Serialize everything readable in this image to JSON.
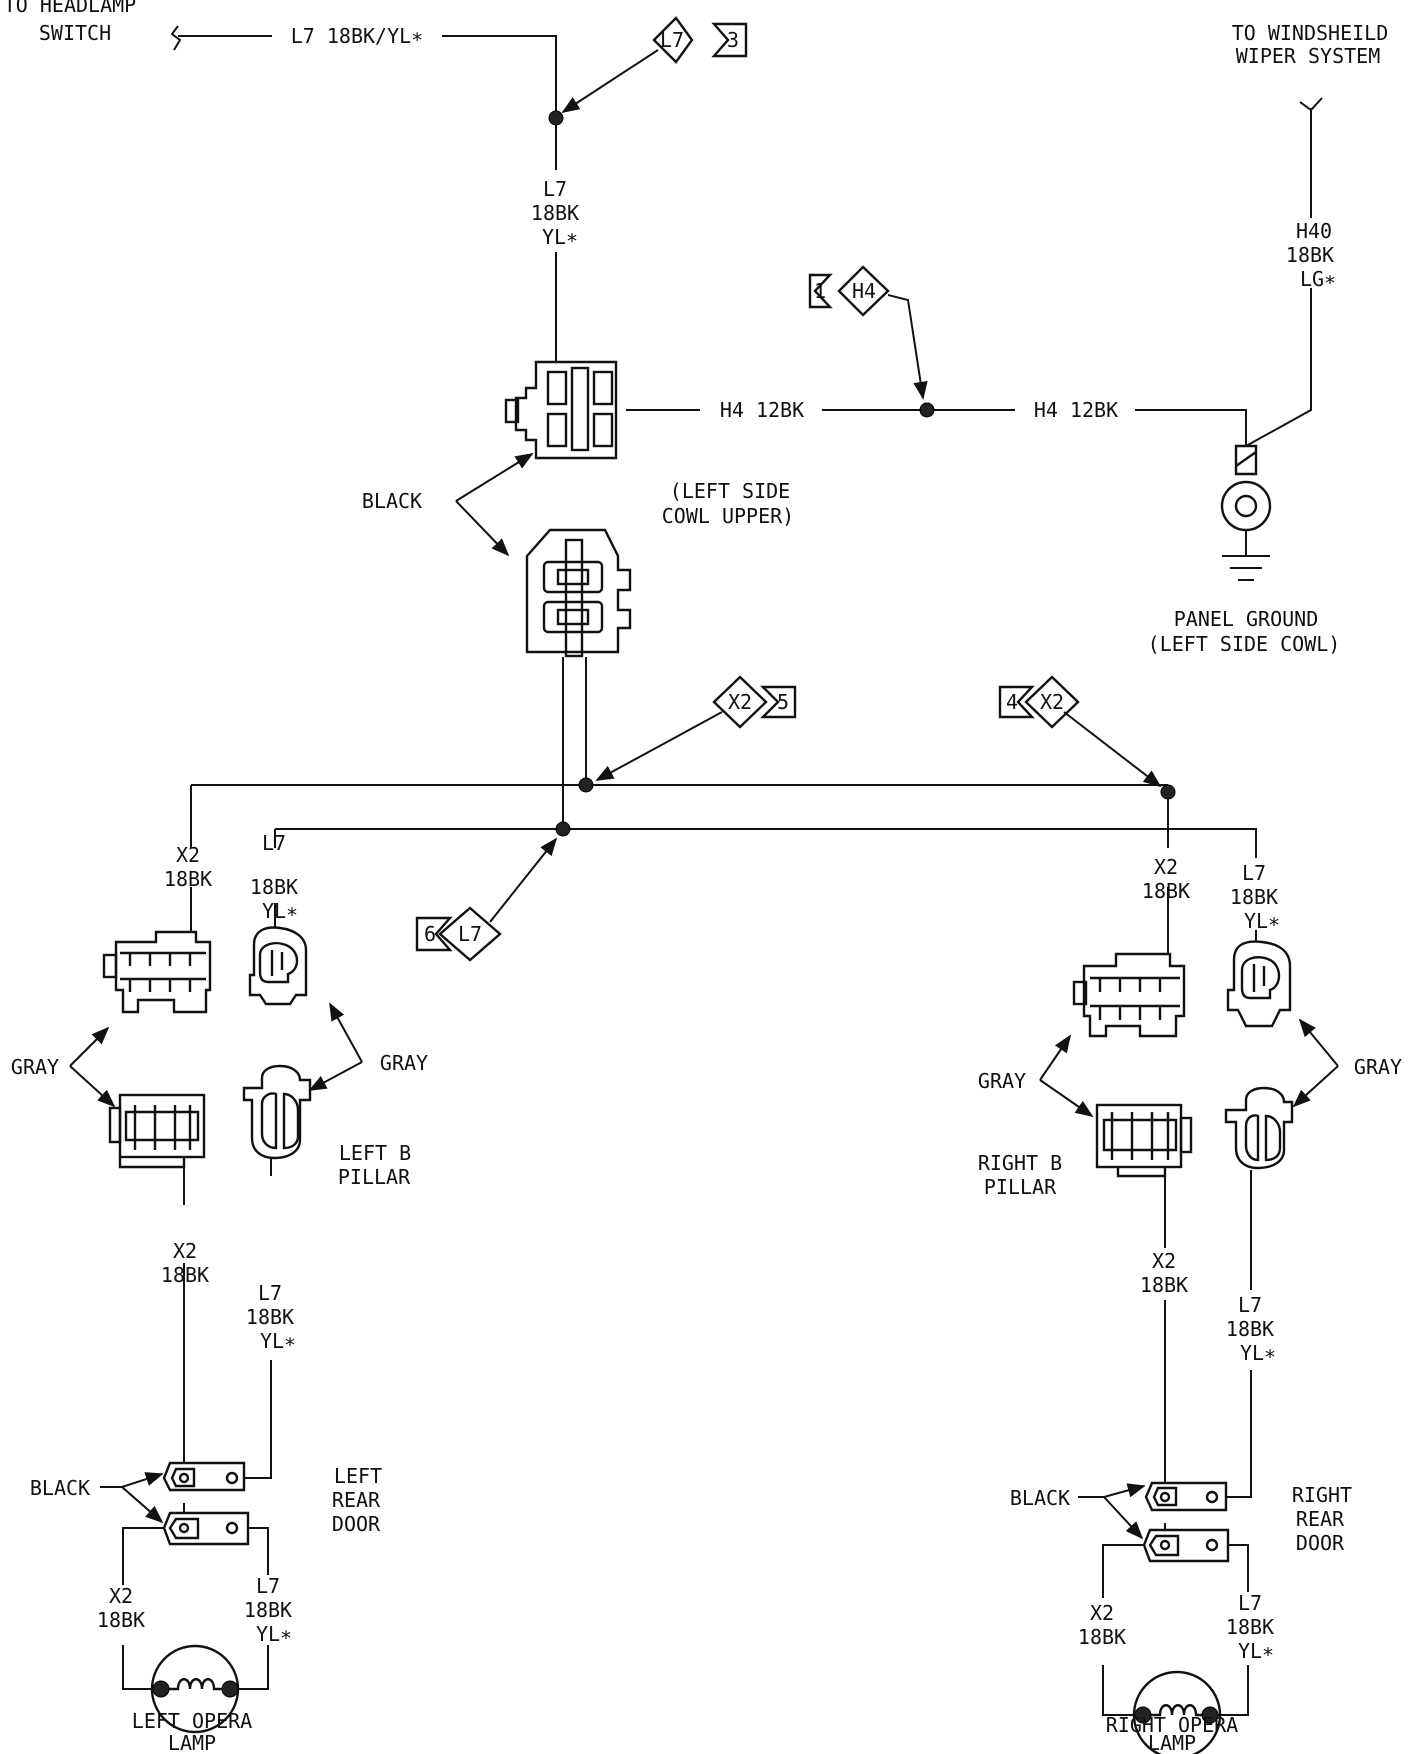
{
  "labels": {
    "to_headlamp": [
      "TO HEADLAMP",
      "SWITCH"
    ],
    "headlamp_wire": "L7 18BK/YL∗",
    "to_wiper": [
      "TO WINDSHEILD",
      "WIPER SYSTEM"
    ],
    "h40_wire": [
      "H40",
      "18BK",
      "LG∗"
    ],
    "l7_top_wire": [
      "L7",
      "18BK",
      "YL∗"
    ],
    "h4_left": "H4 12BK",
    "h4_right": "H4 12BK",
    "black_top": "BLACK",
    "cowl_upper": [
      "(LEFT SIDE",
      "COWL UPPER)"
    ],
    "panel_ground": [
      "PANEL GROUND",
      "(LEFT SIDE COWL)"
    ],
    "left_x2_upper": [
      "X2",
      "18BK"
    ],
    "left_l7_upper": [
      "L7",
      "18BK",
      "YL∗"
    ],
    "gray_left_a": "GRAY",
    "gray_left_b": "GRAY",
    "left_b_pillar": [
      "LEFT B",
      "PILLAR"
    ],
    "left_x2_mid": [
      "X2",
      "18BK"
    ],
    "left_l7_mid": [
      "L7",
      "18BK",
      "YL∗"
    ],
    "black_left": "BLACK",
    "left_rear_door": [
      "LEFT",
      "REAR",
      "DOOR"
    ],
    "left_x2_low": [
      "X2",
      "18BK"
    ],
    "left_l7_low": [
      "L7",
      "18BK",
      "YL∗"
    ],
    "left_opera_lamp": [
      "LEFT OPERA",
      "LAMP"
    ],
    "right_x2_upper": [
      "X2",
      "18BK"
    ],
    "right_l7_upper": [
      "L7",
      "18BK",
      "YL∗"
    ],
    "gray_right_a": "GRAY",
    "gray_right_b": "GRAY",
    "right_b_pillar": [
      "RIGHT B",
      "PILLAR"
    ],
    "right_x2_mid": [
      "X2",
      "18BK"
    ],
    "right_l7_mid": [
      "L7",
      "18BK",
      "YL∗"
    ],
    "black_right": "BLACK",
    "right_rear_door": [
      "RIGHT",
      "REAR",
      "DOOR"
    ],
    "right_x2_low": [
      "X2",
      "18BK"
    ],
    "right_l7_low": [
      "L7",
      "18BK",
      "YL∗"
    ],
    "right_opera_lamp": [
      "RIGHT OPERA",
      "LAMP"
    ]
  },
  "refs": {
    "l7_3": {
      "circuit": "L7",
      "num": "3"
    },
    "h4_1": {
      "circuit": "H4",
      "num": "1"
    },
    "x2_5": {
      "circuit": "X2",
      "num": "5"
    },
    "x2_4": {
      "circuit": "X2",
      "num": "4"
    },
    "l7_6": {
      "circuit": "L7",
      "num": "6"
    }
  }
}
